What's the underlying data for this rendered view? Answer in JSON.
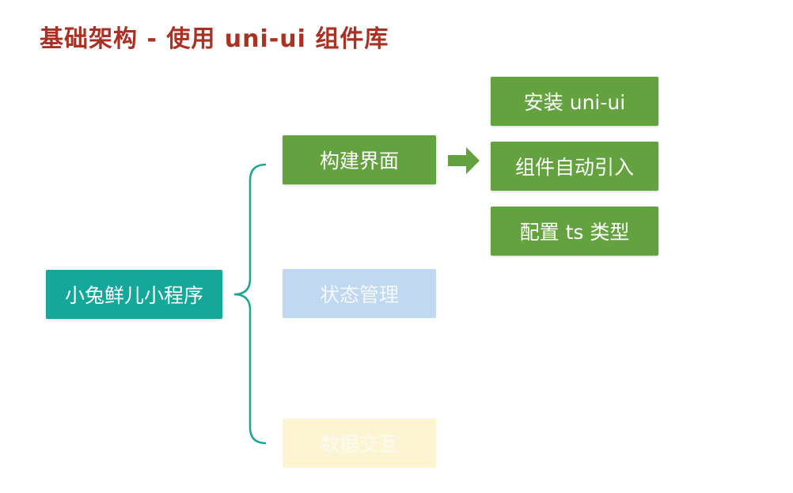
{
  "title": "基础架构 - 使用 uni-ui 组件库",
  "root": {
    "label": "小兔鲜儿小程序"
  },
  "branches": [
    {
      "label": "构建界面"
    },
    {
      "label": "状态管理"
    },
    {
      "label": "数据交互"
    }
  ],
  "sub_items": [
    {
      "label": "安装 uni-ui"
    },
    {
      "label": "组件自动引入"
    },
    {
      "label": "配置 ts 类型"
    }
  ],
  "colors": {
    "title": "#a93224",
    "root": "#14a79a",
    "active": "#64a23f",
    "faded_blue": "#c0d8f0",
    "faded_yellow": "#fdf4d2",
    "connector": "#1fa596",
    "arrow": "#64a23f"
  }
}
